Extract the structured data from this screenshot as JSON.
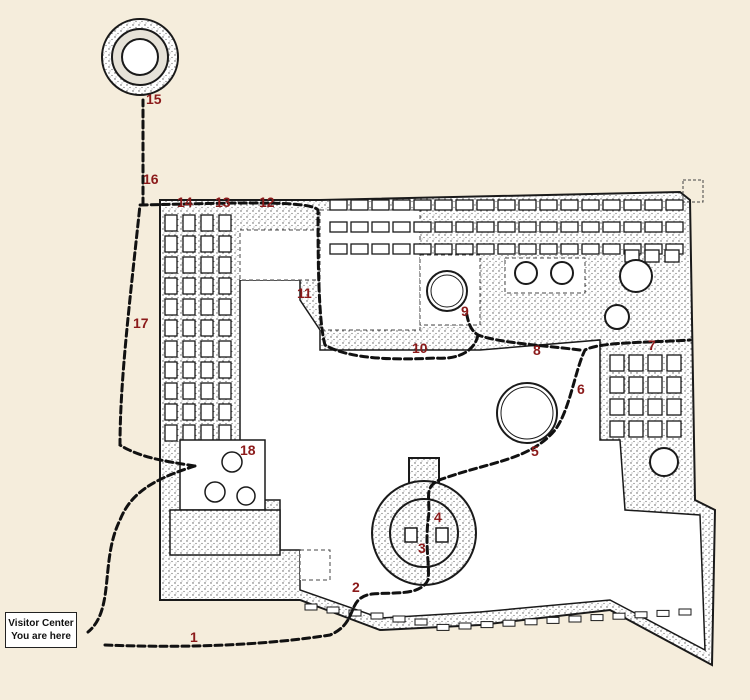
{
  "visitor_center": {
    "line1": "Visitor Center",
    "line2": "You are here"
  },
  "stops": [
    {
      "id": "stop-1",
      "label": "1"
    },
    {
      "id": "stop-2",
      "label": "2"
    },
    {
      "id": "stop-3",
      "label": "3"
    },
    {
      "id": "stop-4",
      "label": "4"
    },
    {
      "id": "stop-5",
      "label": "5"
    },
    {
      "id": "stop-6",
      "label": "6"
    },
    {
      "id": "stop-7",
      "label": "7"
    },
    {
      "id": "stop-8",
      "label": "8"
    },
    {
      "id": "stop-9",
      "label": "9"
    },
    {
      "id": "stop-10",
      "label": "10"
    },
    {
      "id": "stop-11",
      "label": "11"
    },
    {
      "id": "stop-12",
      "label": "12"
    },
    {
      "id": "stop-13",
      "label": "13"
    },
    {
      "id": "stop-14",
      "label": "14"
    },
    {
      "id": "stop-15",
      "label": "15"
    },
    {
      "id": "stop-16",
      "label": "16"
    },
    {
      "id": "stop-17",
      "label": "17"
    },
    {
      "id": "stop-18",
      "label": "18"
    }
  ],
  "colors": {
    "background": "#f5eddc",
    "plaza": "#ffffff",
    "rubble": "#c9c4b8",
    "walls": "#1a1a1a",
    "trail": "#111111",
    "labels": "#8b1a1a"
  }
}
